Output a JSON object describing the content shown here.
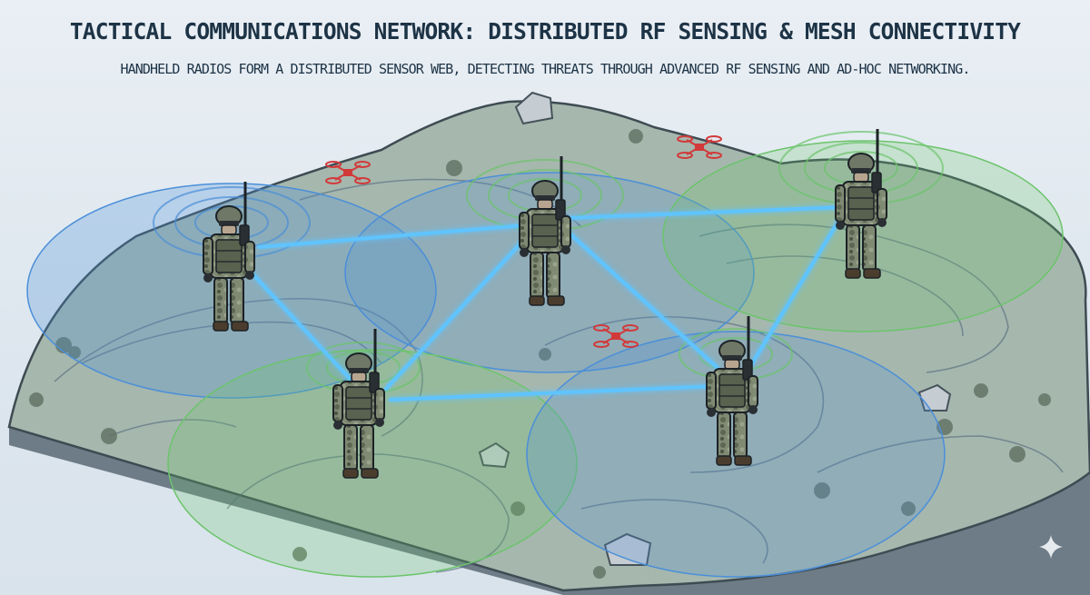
{
  "header": {
    "title": "TACTICAL COMMUNICATIONS NETWORK: DISTRIBUTED RF SENSING & MESH CONNECTIVITY",
    "subtitle": "HANDHELD RADIOS FORM A DISTRIBUTED SENSOR WEB, DETECTING THREATS THROUGH ADVANCED RF SENSING AND AD-HOC NETWORKING."
  },
  "nodes": [
    {
      "id": "soldier-1",
      "role": "radio-operator",
      "coverage": "blue"
    },
    {
      "id": "soldier-2",
      "role": "radio-operator",
      "coverage": "blue"
    },
    {
      "id": "soldier-3",
      "role": "radio-operator",
      "coverage": "green"
    },
    {
      "id": "soldier-4",
      "role": "radio-operator",
      "coverage": "green"
    },
    {
      "id": "soldier-5",
      "role": "radio-operator",
      "coverage": "blue"
    }
  ],
  "links": [
    [
      "soldier-1",
      "soldier-2"
    ],
    [
      "soldier-2",
      "soldier-3"
    ],
    [
      "soldier-1",
      "soldier-4"
    ],
    [
      "soldier-2",
      "soldier-4"
    ],
    [
      "soldier-2",
      "soldier-5"
    ],
    [
      "soldier-4",
      "soldier-5"
    ],
    [
      "soldier-3",
      "soldier-5"
    ]
  ],
  "threats": [
    {
      "id": "drone-1",
      "type": "hostile-drone"
    },
    {
      "id": "drone-2",
      "type": "hostile-drone"
    },
    {
      "id": "drone-3",
      "type": "hostile-drone"
    }
  ],
  "colors": {
    "link": "#5fc4ff",
    "coverage_blue": "#4b8fd8",
    "coverage_green": "#6cc46b",
    "threat": "#d23a3a",
    "terrain": "#9fb2ac",
    "title_text": "#1d3346"
  },
  "icons": {
    "corner_mark": "sparkle-icon"
  }
}
